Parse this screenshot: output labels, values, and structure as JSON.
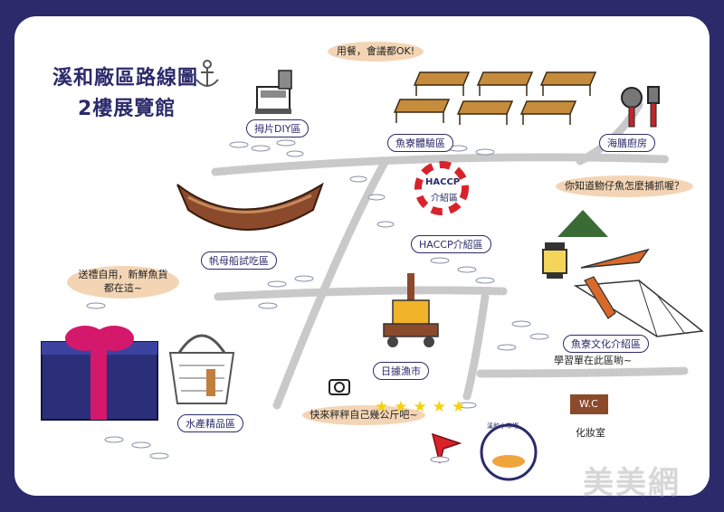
{
  "title": {
    "line1": "溪和廠區路線圖",
    "line2": "2樓展覽館"
  },
  "areas": {
    "diy": "拇片DIY區",
    "fish_exp": "魚寮體驗區",
    "kitchen": "海膳廚房",
    "haccp": "HACCP介紹區",
    "haccp_logo_top": "HACCP",
    "haccp_logo_bottom": "介紹區",
    "boat_snack": "帆母船試吃區",
    "culture": "魚寮文化介紹區",
    "market": "日據漁市",
    "seafood": "水產精品區",
    "toilet": "化妝室",
    "wc_sign": "W.C"
  },
  "bubbles": {
    "dining": "用餐，會議都OK!",
    "catch": "你知道魩仔魚怎麼捕抓喔？",
    "gift_l1": "送禮自用，新鮮魚貨",
    "gift_l2": "都在這~",
    "weigh": "快來秤秤自己幾公斤吧~"
  },
  "notes": {
    "learn": "學習單在此區喲~"
  },
  "badge": {
    "text": "溪和小市場"
  },
  "stars": "★★★★★",
  "watermark": "美美網",
  "colors": {
    "frame": "#2b2a6b",
    "label_border": "#2b2a6b",
    "bubble": "#f3d5b5",
    "boat": "#8b4a2b",
    "gift": "#2b2f7a",
    "ribbon": "#d4186c",
    "path": "#c9c9c9",
    "star": "#f5d20a"
  }
}
